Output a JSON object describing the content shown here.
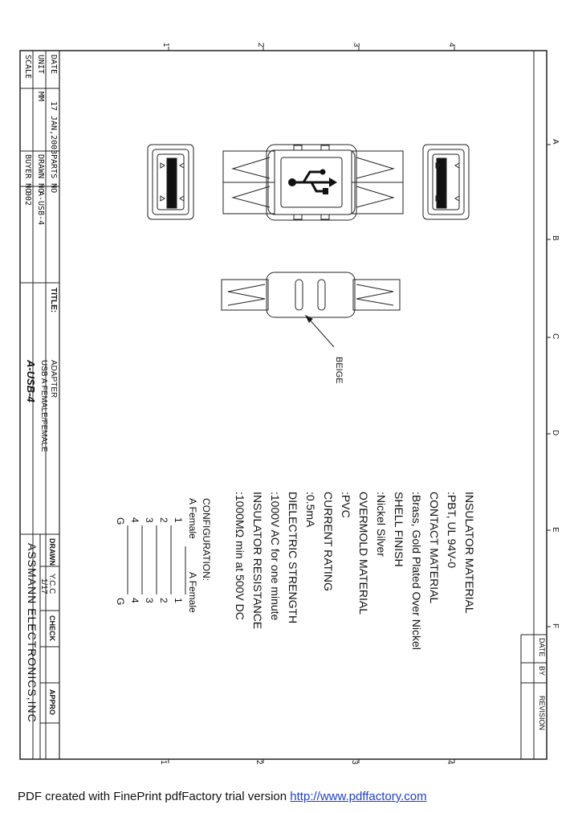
{
  "grid": {
    "top_numbers": [
      "1",
      "2",
      "3",
      "4"
    ],
    "letters": [
      "A",
      "B",
      "C",
      "D",
      "E",
      "F"
    ],
    "bottom_numbers": [
      "1",
      "2",
      "3",
      "4"
    ]
  },
  "titleblock": {
    "date_label": "DATE",
    "date_value": "17 JAN,2003",
    "unit_label": "UNIT",
    "unit_value": "MM",
    "scale_label": "SCALE",
    "parts_no_label": "PARTS NO",
    "drawn_no_label": "DRAWN NO",
    "drawn_no_value": "A-USB-4",
    "buyer_no_label": "BUYER NO",
    "buyer_no_value": "002",
    "title_label": "TITLE:",
    "title_line1": "ADAPTER",
    "title_line2": "USB A FEMALE/FEMALE",
    "part_number": "A-USB-4",
    "drawn_label": "DRAWN",
    "drawn_by": "Y.C.C",
    "drawn_date": "1/17",
    "check_label": "CHECK",
    "appro_label": "APPRO",
    "company": "ASSMANN ELECTRONICS,INC"
  },
  "revision": {
    "date_label": "DATE",
    "by_label": "BY",
    "revision_label": "REVISION"
  },
  "drawing": {
    "beige_label": "BEIGE"
  },
  "specs": [
    "INSULATOR MATERIAL",
    ":PBT, UL 94V-0",
    "CONTACT MATERIAL",
    ":Brass, Gold Plated Over Nickel",
    "SHELL FINISH",
    ":Nickel Silver",
    "OVERMOLD MATERIAL",
    ":PVC",
    "CURRENT RATING",
    ":0.5mA",
    "DIELECTRIC STRENGTH",
    ":1000V AC for one minute",
    "INSULATOR RESISTANCE",
    ":1000MΩ min at 500V DC"
  ],
  "configuration": {
    "title": "CONFIGURATION:",
    "header_left": "A Female",
    "header_right": "A Female",
    "pins": [
      "1",
      "2",
      "3",
      "4",
      "G"
    ]
  },
  "footer": {
    "text": "PDF created with FinePrint pdfFactory trial version ",
    "link": "http://www.pdffactory.com"
  }
}
